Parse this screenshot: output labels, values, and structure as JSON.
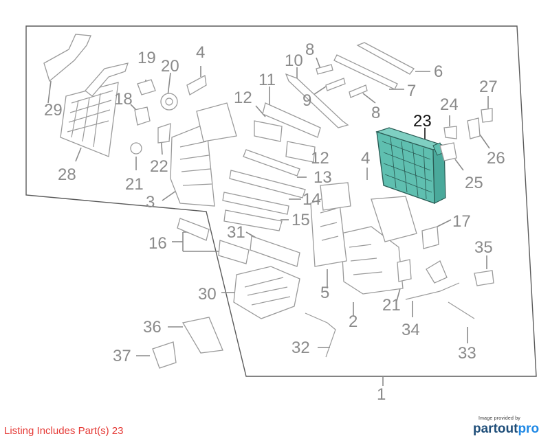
{
  "diagram": {
    "callouts": [
      {
        "id": "c1",
        "text": "1",
        "highlight": false
      },
      {
        "id": "c2",
        "text": "2",
        "highlight": false
      },
      {
        "id": "c3",
        "text": "3",
        "highlight": false
      },
      {
        "id": "c4a",
        "text": "4",
        "highlight": false
      },
      {
        "id": "c4b",
        "text": "4",
        "highlight": false
      },
      {
        "id": "c5",
        "text": "5",
        "highlight": false
      },
      {
        "id": "c6",
        "text": "6",
        "highlight": false
      },
      {
        "id": "c7",
        "text": "7",
        "highlight": false
      },
      {
        "id": "c8a",
        "text": "8",
        "highlight": false
      },
      {
        "id": "c8b",
        "text": "8",
        "highlight": false
      },
      {
        "id": "c9",
        "text": "9",
        "highlight": false
      },
      {
        "id": "c10",
        "text": "10",
        "highlight": false
      },
      {
        "id": "c11",
        "text": "11",
        "highlight": false
      },
      {
        "id": "c12a",
        "text": "12",
        "highlight": false
      },
      {
        "id": "c12b",
        "text": "12",
        "highlight": false
      },
      {
        "id": "c13",
        "text": "13",
        "highlight": false
      },
      {
        "id": "c14",
        "text": "14",
        "highlight": false
      },
      {
        "id": "c15",
        "text": "15",
        "highlight": false
      },
      {
        "id": "c16",
        "text": "16",
        "highlight": false
      },
      {
        "id": "c17",
        "text": "17",
        "highlight": false
      },
      {
        "id": "c18",
        "text": "18",
        "highlight": false
      },
      {
        "id": "c19",
        "text": "19",
        "highlight": false
      },
      {
        "id": "c20",
        "text": "20",
        "highlight": false
      },
      {
        "id": "c21a",
        "text": "21",
        "highlight": false
      },
      {
        "id": "c21b",
        "text": "21",
        "highlight": false
      },
      {
        "id": "c22",
        "text": "22",
        "highlight": false
      },
      {
        "id": "c23",
        "text": "23",
        "highlight": true
      },
      {
        "id": "c24",
        "text": "24",
        "highlight": false
      },
      {
        "id": "c25",
        "text": "25",
        "highlight": false
      },
      {
        "id": "c26",
        "text": "26",
        "highlight": false
      },
      {
        "id": "c27",
        "text": "27",
        "highlight": false
      },
      {
        "id": "c28",
        "text": "28",
        "highlight": false
      },
      {
        "id": "c29",
        "text": "29",
        "highlight": false
      },
      {
        "id": "c30",
        "text": "30",
        "highlight": false
      },
      {
        "id": "c31",
        "text": "31",
        "highlight": false
      },
      {
        "id": "c32",
        "text": "32",
        "highlight": false
      },
      {
        "id": "c33",
        "text": "33",
        "highlight": false
      },
      {
        "id": "c34",
        "text": "34",
        "highlight": false
      },
      {
        "id": "c35",
        "text": "35",
        "highlight": false
      },
      {
        "id": "c36",
        "text": "36",
        "highlight": false
      },
      {
        "id": "c37",
        "text": "37",
        "highlight": false
      }
    ],
    "highlight_color": "#5fbfb0",
    "callout_color": "#8a8a8a",
    "highlight_callout_color": "#111111"
  },
  "listing_note": "Listing Includes Part(s) 23",
  "listing_note_color": "#e53935",
  "credit": {
    "top_text": "Image provided by",
    "logo_part1": "partout",
    "logo_part2": "pro"
  }
}
